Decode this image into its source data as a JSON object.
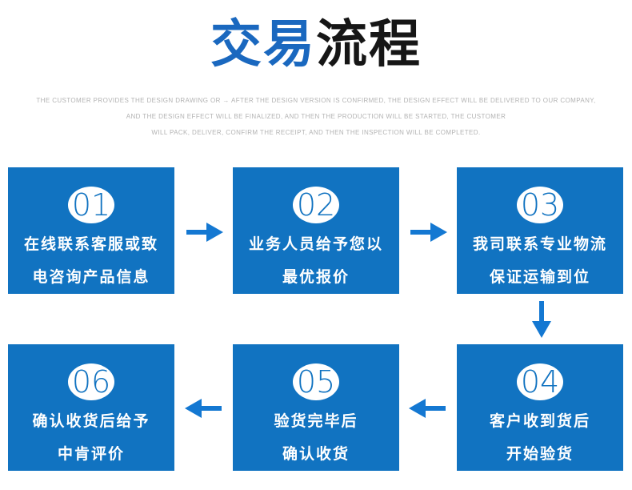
{
  "title": {
    "part_blue": "交易",
    "part_dark": "流程"
  },
  "subtitle": {
    "lines": [
      "THE CUSTOMER PROVIDES THE DESIGN DRAWING OR → AFTER THE DESIGN VERSION IS CONFIRMED, THE DESIGN EFFECT WILL BE DELIVERED TO OUR COMPANY,",
      "AND THE DESIGN EFFECT WILL BE FINALIZED, AND THEN THE PRODUCTION WILL BE STARTED, THE CUSTOMER",
      "WILL PACK, DELIVER, CONFIRM THE RECEIPT, AND THEN THE INSPECTION WILL BE COMPLETED."
    ]
  },
  "steps": [
    {
      "number": "01",
      "lines": [
        "在线联系客服或致",
        "电咨询产品信息"
      ]
    },
    {
      "number": "02",
      "lines": [
        "业务人员给予您以",
        "最优报价"
      ]
    },
    {
      "number": "03",
      "lines": [
        "我司联系专业物流",
        "保证运输到位"
      ]
    },
    {
      "number": "04",
      "lines": [
        "客户收到货后",
        "开始验货"
      ]
    },
    {
      "number": "05",
      "lines": [
        "验货完毕后",
        "确认收货"
      ]
    },
    {
      "number": "06",
      "lines": [
        "确认收货后给予",
        "中肯评价"
      ]
    }
  ],
  "flow": "01 → 02 → 03 ↓ 04 → 05 → 06",
  "colors": {
    "box_blue": "#1173c1",
    "arrow_blue": "#1478d2",
    "title_blue": "#1a68bf",
    "title_dark": "#161616",
    "subtitle_gray": "#b3b3b3"
  }
}
